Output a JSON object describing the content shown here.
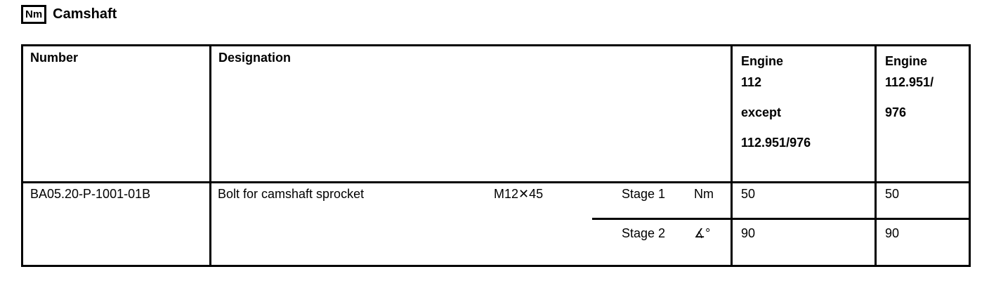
{
  "header": {
    "icon_label": "Nm",
    "title": "Camshaft"
  },
  "table": {
    "headers": {
      "number": "Number",
      "designation": "Designation",
      "engine1_lines": [
        "Engine",
        "112",
        "except",
        "112.951/976"
      ],
      "engine2_lines": [
        "Engine",
        "112.951/",
        "976"
      ]
    },
    "row": {
      "number": "BA05.20-P-1001-01B",
      "designation": "Bolt for camshaft sprocket",
      "size": "M12✕45",
      "stages": [
        {
          "label": "Stage 1",
          "unit": "Nm",
          "engine1": "50",
          "engine2": "50"
        },
        {
          "label": "Stage 2",
          "unit": "∡°",
          "engine1": "90",
          "engine2": "90"
        }
      ]
    }
  }
}
